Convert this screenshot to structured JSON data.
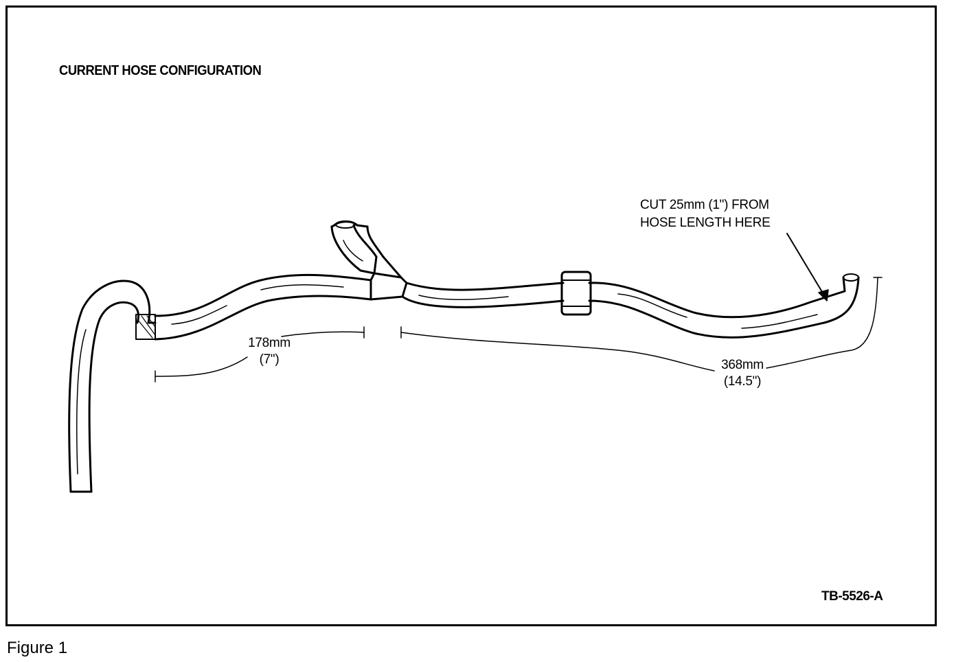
{
  "diagram": {
    "title": "CURRENT HOSE CONFIGURATION",
    "note_line1": "CUT 25mm (1\") FROM",
    "note_line2": "HOSE LENGTH HERE",
    "dim1_value": "178mm",
    "dim1_inches": "(7\")",
    "dim2_value": "368mm",
    "dim2_inches": "(14.5\")",
    "figure_code": "TB-5526-A"
  },
  "caption": "Figure 1"
}
